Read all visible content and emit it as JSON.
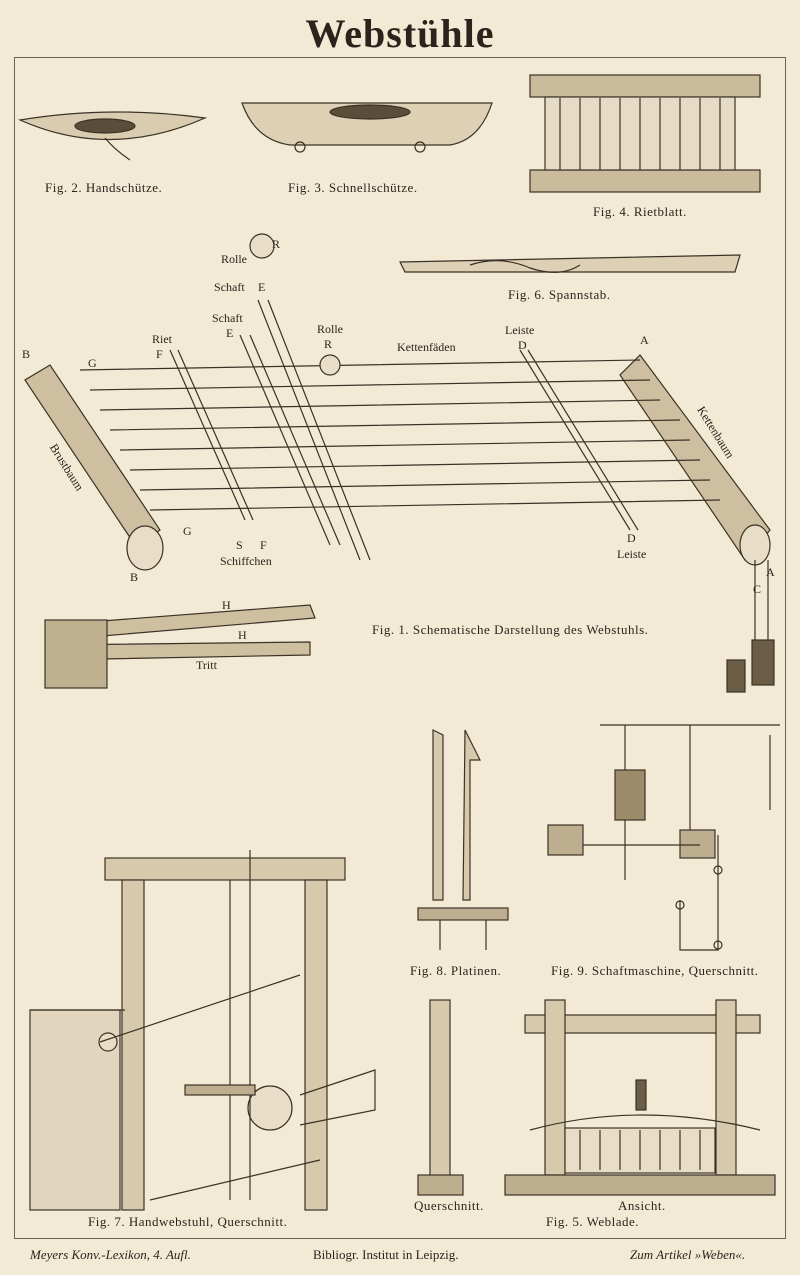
{
  "title": "Webstühle",
  "captions": {
    "fig2": "Fig. 2. Handschütze.",
    "fig3": "Fig. 3. Schnellschütze.",
    "fig4": "Fig. 4. Rietblatt.",
    "fig6": "Fig. 6. Spannstab.",
    "fig1": "Fig. 1. Schematische Darstellung des Webstuhls.",
    "fig8": "Fig. 8. Platinen.",
    "fig9": "Fig. 9. Schaftmaschine, Querschnitt.",
    "fig7": "Fig. 7. Handwebstuhl, Querschnitt.",
    "fig5_left": "Querschnitt.",
    "fig5_right": "Ansicht.",
    "fig5": "Fig. 5. Weblade."
  },
  "labels": {
    "rolle_top": "Rolle",
    "r": "R",
    "schaft1": "Schaft",
    "schaft2": "Schaft",
    "e": "E",
    "riet": "Riet",
    "f": "F",
    "rolle_mid": "Rolle",
    "kettenfaeden": "Kettenfäden",
    "leiste_top": "Leiste",
    "d": "D",
    "a": "A",
    "b": "B",
    "g": "G",
    "brustbaum": "Brustbaum",
    "kettenbaum": "Kettenbaum",
    "schiffchen": "Schiffchen",
    "s": "S",
    "leiste_bottom": "Leiste",
    "c": "C",
    "h": "H",
    "tritt": "Tritt"
  },
  "footer": {
    "left": "Meyers Konv.-Lexikon, 4. Aufl.",
    "center": "Bibliogr. Institut in Leipzig.",
    "right": "Zum Artikel »Weben«."
  }
}
